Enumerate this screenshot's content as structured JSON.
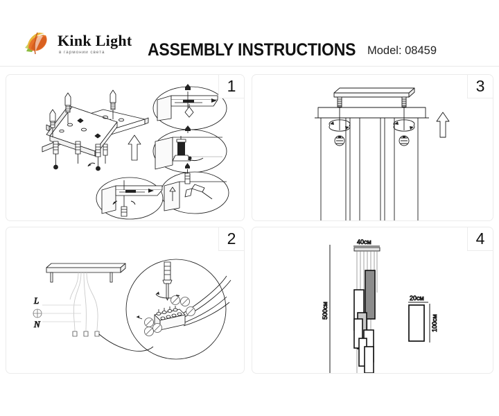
{
  "header": {
    "brand_name": "Kink Light",
    "brand_tagline": "в гармонии света",
    "logo_icon": "swirl-leaf-logo",
    "title": "ASSEMBLY INSTRUCTIONS",
    "model": "Model: 08459",
    "brand_colors": {
      "orange": "#e8722a",
      "green": "#8dbb3f",
      "yellow": "#e8b83a",
      "dark_orange": "#c8561c"
    }
  },
  "panels": [
    {
      "number": "1",
      "name": "mount-bracket-to-ceiling",
      "icons": [
        "cross-bracket-icon",
        "screw-icon",
        "wall-anchor-icon",
        "up-arrow-icon",
        "drill-icon",
        "hammer-icon",
        "pencil-mark-icon"
      ],
      "callouts": 4
    },
    {
      "number": "2",
      "name": "wire-connection",
      "icons": [
        "mounting-plate-icon",
        "wire-icon",
        "terminal-block-icon",
        "screwdriver-icon",
        "magnifier-circle-icon"
      ],
      "wiring": {
        "live_label": "L",
        "earth_label": "⊕",
        "neutral_label": "N"
      }
    },
    {
      "number": "3",
      "name": "attach-canopy",
      "icons": [
        "canopy-plate-icon",
        "threaded-rod-icon",
        "decorative-nut-icon",
        "rotate-arrow-icon",
        "up-arrow-icon",
        "suspension-cable-icon"
      ]
    },
    {
      "number": "4",
      "name": "final-dimensions",
      "icons": [
        "assembled-chandelier-icon",
        "pendant-rod-icon",
        "dimension-line-icon"
      ],
      "dimensions": {
        "overall_width": "40см",
        "overall_height": "500см",
        "pendant_width": "20см",
        "pendant_height": "100см"
      }
    }
  ]
}
